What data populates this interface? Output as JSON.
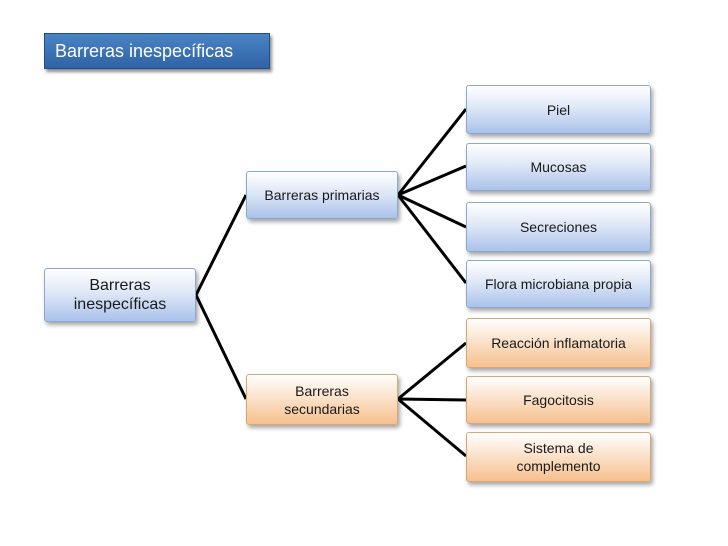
{
  "header": {
    "title": "Barreras inespecíficas"
  },
  "diagram": {
    "root": "Barreras\ninespecíficas",
    "primary": {
      "label": "Barreras primarias",
      "children": [
        "Piel",
        "Mucosas",
        "Secreciones",
        "Flora microbiana propia"
      ]
    },
    "secondary": {
      "label": "Barreras\nsecundarias",
      "children": [
        "Reacción inflamatoria",
        "Fagocitosis",
        "Sistema de\ncomplemento"
      ]
    }
  },
  "colors": {
    "title_bg": "#3c74b6",
    "blue_node": "#c6d6f0",
    "peach_node": "#f9d3ae",
    "connector": "#000000"
  }
}
